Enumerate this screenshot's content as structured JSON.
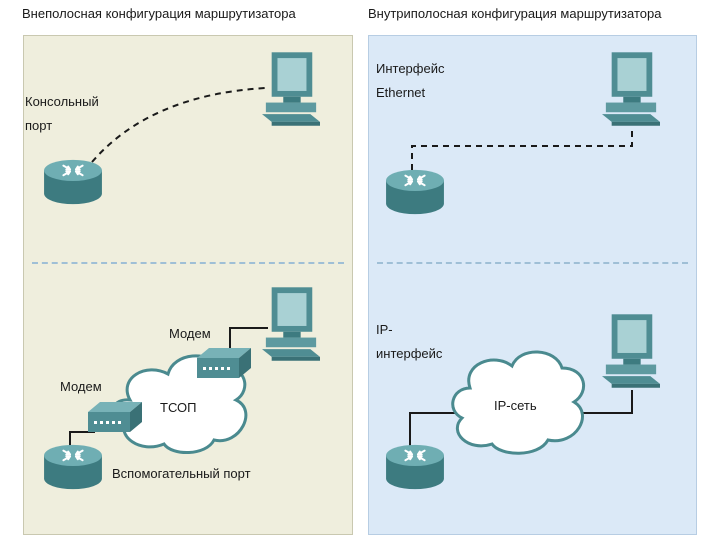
{
  "out_of_band": {
    "title": "Внеполосная конфигурация маршрутизатора",
    "console_port_label": "Консольный\nпорт",
    "modem_label_1": "Модем",
    "modem_label_2": "Модем",
    "pstn_label": "ТСОП",
    "aux_port_label": "Вспомогательный порт"
  },
  "in_band": {
    "title": "Внутриполосная конфигурация маршрутизатора",
    "ethernet_label": "Интерфейс\nEthernet",
    "ip_interface_label": "IP-\nинтерфейс",
    "ip_network_label": "IP-сеть"
  },
  "colors": {
    "left_panel_bg": "#efeedd",
    "right_panel_bg": "#dbe9f7",
    "router": "#4a8a8f",
    "computer": "#5e9aa0",
    "cable": "#1a1a1a"
  }
}
